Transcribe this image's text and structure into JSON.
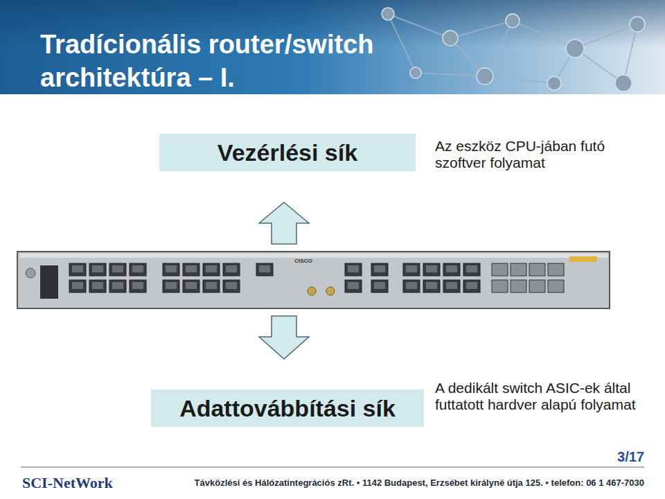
{
  "diagram": {
    "title": "Tradícionális router/switch architektúra – I.",
    "nodes": [
      {
        "text": [
          "Vezérlési sík"
        ]
      },
      {
        "text": [
          "Adattovábbítási sík"
        ]
      }
    ],
    "labels": [
      "Az eszköz CPU-jában futó szoftver folyamat",
      "A dedikált switch ASIC-ek által futtatott hardver alapú folyamat",
      "CISCO",
      "3/17",
      "SCI-NetWork",
      "Távközlési és Hálózatintegrációs zRt. ▪ 1142 Budapest, Erzsébet királyné útja 125. ▪ telefon: 06 1 467-7030"
    ]
  }
}
